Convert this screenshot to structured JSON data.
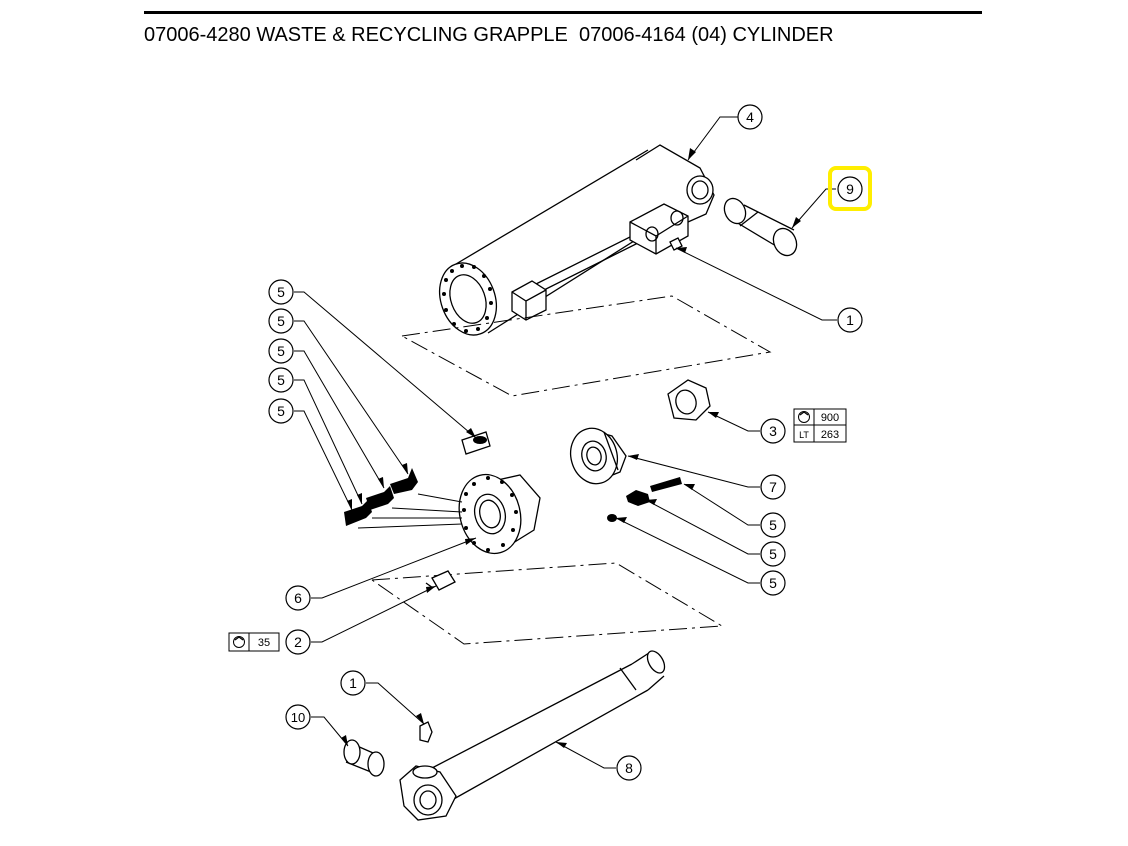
{
  "title": "07006-4280 WASTE & RECYCLING GRAPPLE  07006-4164 (04) CYLINDER",
  "highlight_color": "#ffee00",
  "callouts": [
    {
      "id": "c4",
      "label": "4"
    },
    {
      "id": "c9",
      "label": "9",
      "highlighted": true
    },
    {
      "id": "c1a",
      "label": "1"
    },
    {
      "id": "c5a",
      "label": "5"
    },
    {
      "id": "c5b",
      "label": "5"
    },
    {
      "id": "c5c",
      "label": "5"
    },
    {
      "id": "c5d",
      "label": "5"
    },
    {
      "id": "c5e",
      "label": "5"
    },
    {
      "id": "c3",
      "label": "3"
    },
    {
      "id": "c7",
      "label": "7"
    },
    {
      "id": "c5f",
      "label": "5"
    },
    {
      "id": "c5g",
      "label": "5"
    },
    {
      "id": "c5h",
      "label": "5"
    },
    {
      "id": "c6",
      "label": "6"
    },
    {
      "id": "c2",
      "label": "2"
    },
    {
      "id": "c1b",
      "label": "1"
    },
    {
      "id": "c10",
      "label": "10"
    },
    {
      "id": "c8",
      "label": "8"
    }
  ],
  "torque_box_3": {
    "torque": "900",
    "lt_label": "LT",
    "lt_value": "263"
  },
  "torque_box_2": {
    "torque": "35"
  },
  "icons": {
    "torque": "torque-wrench-icon"
  }
}
